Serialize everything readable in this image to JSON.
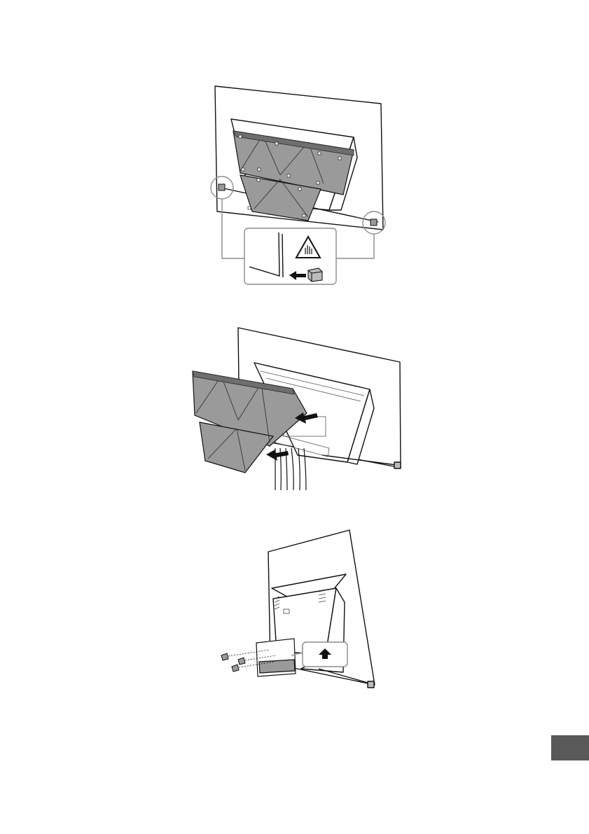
{
  "page": {
    "background": "#ffffff",
    "line_color": "#111111",
    "panel_fill": "#9a9a9a",
    "panel_dark": "#6e6e6e",
    "callout_stroke": "#8c8c8c",
    "tab_color": "#595959"
  },
  "figures": [
    {
      "id": "figure-1",
      "icons": [
        "hand-warning-icon",
        "arrow-left-icon",
        "foot-cap-icon"
      ]
    },
    {
      "id": "figure-2",
      "icons": [
        "arrow-left-icon"
      ]
    },
    {
      "id": "figure-3",
      "icons": [
        "arrow-up-icon",
        "screw-icon"
      ]
    }
  ]
}
